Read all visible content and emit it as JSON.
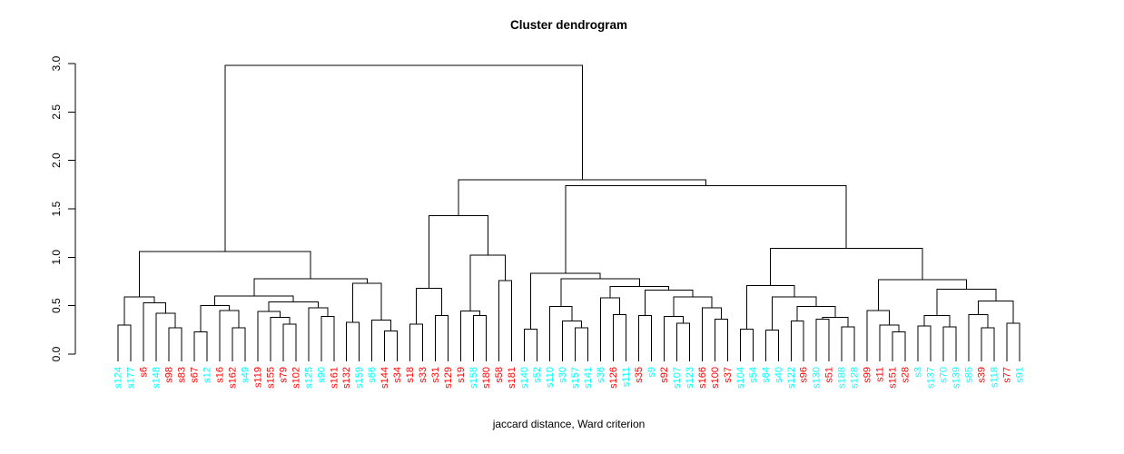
{
  "chart_data": {
    "type": "dendrogram",
    "title": "Cluster dendrogram",
    "xlabel": "jaccard distance, Ward criterion",
    "ylabel": "",
    "yticks": [
      "0.0",
      "0.5",
      "1.0",
      "1.5",
      "2.0",
      "2.5",
      "3.0"
    ],
    "ylim": [
      0,
      3
    ],
    "grid": false,
    "line_color": "#000000",
    "label_colors": {
      "red": "#FF0000",
      "cyan": "#00FFFF"
    },
    "leaves": [
      {
        "label": "s124",
        "color": "cyan"
      },
      {
        "label": "s177",
        "color": "cyan"
      },
      {
        "label": "s6",
        "color": "red"
      },
      {
        "label": "s148",
        "color": "cyan"
      },
      {
        "label": "s98",
        "color": "red"
      },
      {
        "label": "s83",
        "color": "red"
      },
      {
        "label": "s67",
        "color": "red"
      },
      {
        "label": "s12",
        "color": "cyan"
      },
      {
        "label": "s16",
        "color": "red"
      },
      {
        "label": "s162",
        "color": "red"
      },
      {
        "label": "s49",
        "color": "cyan"
      },
      {
        "label": "s119",
        "color": "red"
      },
      {
        "label": "s155",
        "color": "red"
      },
      {
        "label": "s79",
        "color": "red"
      },
      {
        "label": "s102",
        "color": "red"
      },
      {
        "label": "s125",
        "color": "cyan"
      },
      {
        "label": "s90",
        "color": "cyan"
      },
      {
        "label": "s161",
        "color": "red"
      },
      {
        "label": "s132",
        "color": "red"
      },
      {
        "label": "s159",
        "color": "cyan"
      },
      {
        "label": "s66",
        "color": "cyan"
      },
      {
        "label": "s144",
        "color": "red"
      },
      {
        "label": "s34",
        "color": "red"
      },
      {
        "label": "s18",
        "color": "red"
      },
      {
        "label": "s33",
        "color": "red"
      },
      {
        "label": "s31",
        "color": "red"
      },
      {
        "label": "s129",
        "color": "red"
      },
      {
        "label": "s19",
        "color": "red"
      },
      {
        "label": "s158",
        "color": "cyan"
      },
      {
        "label": "s180",
        "color": "red"
      },
      {
        "label": "s58",
        "color": "red"
      },
      {
        "label": "s181",
        "color": "red"
      },
      {
        "label": "s140",
        "color": "cyan"
      },
      {
        "label": "s52",
        "color": "cyan"
      },
      {
        "label": "s110",
        "color": "cyan"
      },
      {
        "label": "s30",
        "color": "cyan"
      },
      {
        "label": "s157",
        "color": "cyan"
      },
      {
        "label": "s141",
        "color": "cyan"
      },
      {
        "label": "s36",
        "color": "cyan"
      },
      {
        "label": "s126",
        "color": "red"
      },
      {
        "label": "s111",
        "color": "cyan"
      },
      {
        "label": "s35",
        "color": "red"
      },
      {
        "label": "s9",
        "color": "cyan"
      },
      {
        "label": "s92",
        "color": "red"
      },
      {
        "label": "s107",
        "color": "cyan"
      },
      {
        "label": "s123",
        "color": "cyan"
      },
      {
        "label": "s166",
        "color": "red"
      },
      {
        "label": "s100",
        "color": "red"
      },
      {
        "label": "s37",
        "color": "red"
      },
      {
        "label": "s104",
        "color": "cyan"
      },
      {
        "label": "s54",
        "color": "cyan"
      },
      {
        "label": "s64",
        "color": "cyan"
      },
      {
        "label": "s40",
        "color": "cyan"
      },
      {
        "label": "s122",
        "color": "cyan"
      },
      {
        "label": "s96",
        "color": "red"
      },
      {
        "label": "s130",
        "color": "cyan"
      },
      {
        "label": "s51",
        "color": "red"
      },
      {
        "label": "s188",
        "color": "cyan"
      },
      {
        "label": "s128",
        "color": "cyan"
      },
      {
        "label": "s99",
        "color": "red"
      },
      {
        "label": "s11",
        "color": "red"
      },
      {
        "label": "s151",
        "color": "red"
      },
      {
        "label": "s28",
        "color": "red"
      },
      {
        "label": "s3",
        "color": "cyan"
      },
      {
        "label": "s137",
        "color": "cyan"
      },
      {
        "label": "s70",
        "color": "cyan"
      },
      {
        "label": "s139",
        "color": "cyan"
      },
      {
        "label": "s85",
        "color": "cyan"
      },
      {
        "label": "s39",
        "color": "red"
      },
      {
        "label": "s118",
        "color": "cyan"
      },
      {
        "label": "s77",
        "color": "red"
      },
      {
        "label": "s91",
        "color": "cyan"
      }
    ],
    "tree": {
      "h": 2.98,
      "c": [
        {
          "h": 1.06,
          "c": [
            {
              "h": 0.59,
              "c": [
                {
                  "h": 0.3,
                  "c": [
                    0,
                    1
                  ]
                },
                {
                  "h": 0.53,
                  "c": [
                    2,
                    {
                      "h": 0.42,
                      "c": [
                        3,
                        {
                          "h": 0.27,
                          "c": [
                            4,
                            5
                          ]
                        }
                      ]
                    }
                  ]
                }
              ]
            },
            {
              "h": 0.78,
              "c": [
                {
                  "h": 0.6,
                  "c": [
                    {
                      "h": 0.5,
                      "c": [
                        {
                          "h": 0.23,
                          "c": [
                            6,
                            7
                          ]
                        },
                        {
                          "h": 0.45,
                          "c": [
                            8,
                            {
                              "h": 0.27,
                              "c": [
                                9,
                                10
                              ]
                            }
                          ]
                        }
                      ]
                    },
                    {
                      "h": 0.54,
                      "c": [
                        {
                          "h": 0.44,
                          "c": [
                            11,
                            {
                              "h": 0.38,
                              "c": [
                                12,
                                {
                                  "h": 0.31,
                                  "c": [
                                    13,
                                    14
                                  ]
                                }
                              ]
                            }
                          ]
                        },
                        {
                          "h": 0.48,
                          "c": [
                            15,
                            {
                              "h": 0.39,
                              "c": [
                                16,
                                17
                              ]
                            }
                          ]
                        }
                      ]
                    }
                  ]
                },
                {
                  "h": 0.73,
                  "c": [
                    {
                      "h": 0.33,
                      "c": [
                        18,
                        19
                      ]
                    },
                    {
                      "h": 0.35,
                      "c": [
                        20,
                        {
                          "h": 0.24,
                          "c": [
                            21,
                            22
                          ]
                        }
                      ]
                    }
                  ]
                }
              ]
            }
          ]
        },
        {
          "h": 1.8,
          "c": [
            {
              "h": 1.43,
              "c": [
                {
                  "h": 0.68,
                  "c": [
                    {
                      "h": 0.31,
                      "c": [
                        23,
                        24
                      ]
                    },
                    {
                      "h": 0.4,
                      "c": [
                        25,
                        26
                      ]
                    }
                  ]
                },
                {
                  "h": 1.02,
                  "c": [
                    {
                      "h": 0.445,
                      "c": [
                        27,
                        {
                          "h": 0.4,
                          "c": [
                            28,
                            29
                          ]
                        }
                      ]
                    },
                    {
                      "h": 0.76,
                      "c": [
                        30,
                        31
                      ]
                    }
                  ]
                }
              ]
            },
            {
              "h": 1.74,
              "c": [
                {
                  "h": 0.834,
                  "c": [
                    {
                      "h": 0.26,
                      "c": [
                        32,
                        33
                      ]
                    },
                    {
                      "h": 0.78,
                      "c": [
                        {
                          "h": 0.49,
                          "c": [
                            34,
                            {
                              "h": 0.34,
                              "c": [
                                35,
                                {
                                  "h": 0.27,
                                  "c": [
                                    36,
                                    37
                                  ]
                                }
                              ]
                            }
                          ]
                        },
                        {
                          "h": 0.7,
                          "c": [
                            {
                              "h": 0.58,
                              "c": [
                                38,
                                {
                                  "h": 0.41,
                                  "c": [
                                    39,
                                    40
                                  ]
                                }
                              ]
                            },
                            {
                              "h": 0.66,
                              "c": [
                                {
                                  "h": 0.4,
                                  "c": [
                                    41,
                                    42
                                  ]
                                },
                                {
                                  "h": 0.59,
                                  "c": [
                                    {
                                      "h": 0.39,
                                      "c": [
                                        43,
                                        {
                                          "h": 0.32,
                                          "c": [
                                            44,
                                            45
                                          ]
                                        }
                                      ]
                                    },
                                    {
                                      "h": 0.48,
                                      "c": [
                                        46,
                                        {
                                          "h": 0.36,
                                          "c": [
                                            47,
                                            48
                                          ]
                                        }
                                      ]
                                    }
                                  ]
                                }
                              ]
                            }
                          ]
                        }
                      ]
                    }
                  ]
                },
                {
                  "h": 1.09,
                  "c": [
                    {
                      "h": 0.71,
                      "c": [
                        {
                          "h": 0.26,
                          "c": [
                            49,
                            50
                          ]
                        },
                        {
                          "h": 0.59,
                          "c": [
                            {
                              "h": 0.25,
                              "c": [
                                51,
                                52
                              ]
                            },
                            {
                              "h": 0.49,
                              "c": [
                                {
                                  "h": 0.34,
                                  "c": [
                                    53,
                                    54
                                  ]
                                },
                                {
                                  "h": 0.38,
                                  "c": [
                                    {
                                      "h": 0.36,
                                      "c": [
                                        55,
                                        56
                                      ]
                                    },
                                    {
                                      "h": 0.28,
                                      "c": [
                                        57,
                                        58
                                      ]
                                    }
                                  ]
                                }
                              ]
                            }
                          ]
                        }
                      ]
                    },
                    {
                      "h": 0.77,
                      "c": [
                        {
                          "h": 0.45,
                          "c": [
                            59,
                            {
                              "h": 0.3,
                              "c": [
                                60,
                                {
                                  "h": 0.23,
                                  "c": [
                                    61,
                                    62
                                  ]
                                }
                              ]
                            }
                          ]
                        },
                        {
                          "h": 0.67,
                          "c": [
                            {
                              "h": 0.4,
                              "c": [
                                {
                                  "h": 0.29,
                                  "c": [
                                    63,
                                    64
                                  ]
                                },
                                {
                                  "h": 0.28,
                                  "c": [
                                    65,
                                    66
                                  ]
                                }
                              ]
                            },
                            {
                              "h": 0.55,
                              "c": [
                                {
                                  "h": 0.41,
                                  "c": [
                                    67,
                                    {
                                      "h": 0.27,
                                      "c": [
                                        68,
                                        69
                                      ]
                                    }
                                  ]
                                },
                                {
                                  "h": 0.32,
                                  "c": [
                                    70,
                                    71
                                  ]
                                }
                              ]
                            }
                          ]
                        }
                      ]
                    }
                  ]
                }
              ]
            }
          ]
        }
      ]
    }
  }
}
